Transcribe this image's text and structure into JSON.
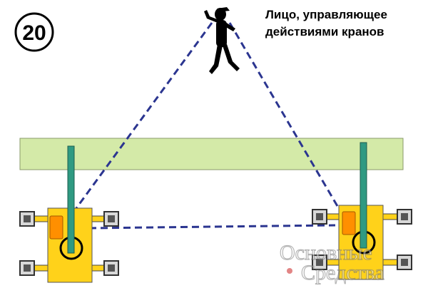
{
  "step_number": "20",
  "caption": {
    "line1": "Лицо, управляющее",
    "line2": "действиями кранов"
  },
  "watermark": {
    "line1": "Основные",
    "line2": "Средства"
  },
  "colors": {
    "beam": "#d4eaa8",
    "boom": "#2f9a82",
    "crane_body": "#ffd21a",
    "cab": "#ff8f00",
    "dashed_line": "#2b3590",
    "figure": "#000000"
  }
}
